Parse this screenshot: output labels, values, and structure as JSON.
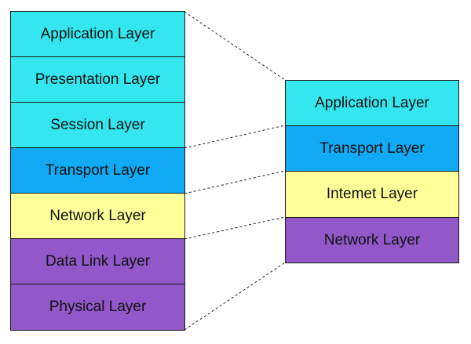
{
  "colors": {
    "application": "#33e6f0",
    "transport": "#11aaf5",
    "network": "#ffff99",
    "link": "#9257c8"
  },
  "osi": {
    "layers": [
      {
        "label": "Application Layer",
        "color_key": "application"
      },
      {
        "label": "Presentation Layer",
        "color_key": "application"
      },
      {
        "label": "Session Layer",
        "color_key": "application"
      },
      {
        "label": "Transport Layer",
        "color_key": "transport"
      },
      {
        "label": "Network Layer",
        "color_key": "network"
      },
      {
        "label": "Data Link Layer",
        "color_key": "link"
      },
      {
        "label": "Physical Layer",
        "color_key": "link"
      }
    ]
  },
  "tcpip": {
    "layers": [
      {
        "label": "Application Layer",
        "color_key": "application"
      },
      {
        "label": "Transport Layer",
        "color_key": "transport"
      },
      {
        "label": "Intemet Layer",
        "color_key": "network"
      },
      {
        "label": "Network Layer",
        "color_key": "link"
      }
    ]
  }
}
